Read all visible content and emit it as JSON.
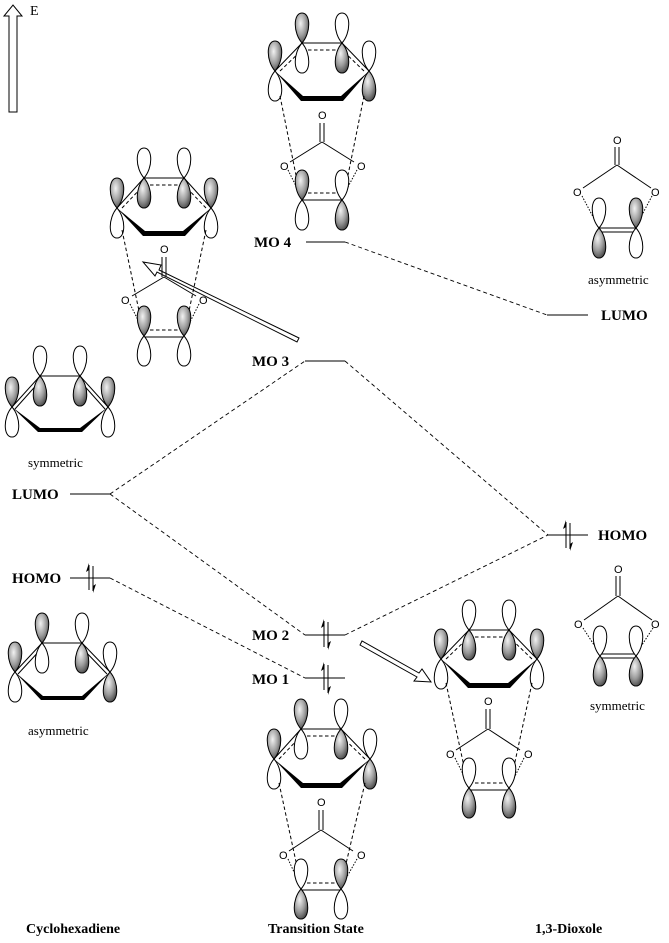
{
  "energy_axis": {
    "label": "E",
    "icon": "up-arrow-icon"
  },
  "columns": {
    "left": "Cyclohexadiene",
    "middle": "Transition State",
    "right": "1,3-Dioxole"
  },
  "cyclohexadiene": {
    "lumo_label": "LUMO",
    "lumo_symmetry": "symmetric",
    "homo_label": "HOMO",
    "homo_symmetry": "asymmetric",
    "homo_electrons": 2
  },
  "transition_state": {
    "levels": [
      {
        "label": "MO 4",
        "electrons": 0
      },
      {
        "label": "MO 3",
        "electrons": 0
      },
      {
        "label": "MO 2",
        "electrons": 2
      },
      {
        "label": "MO 1",
        "electrons": 2
      }
    ]
  },
  "dioxole": {
    "lumo_label": "LUMO",
    "lumo_symmetry": "asymmetric",
    "homo_label": "HOMO",
    "homo_symmetry": "symmetric",
    "homo_electrons": 2,
    "atoms": {
      "oxygen": "O"
    }
  },
  "correlations": [
    {
      "from": "Cyclohexadiene LUMO",
      "to": "MO 3"
    },
    {
      "from": "Cyclohexadiene LUMO",
      "to": "MO 2"
    },
    {
      "from": "Cyclohexadiene HOMO",
      "to": "MO 1"
    },
    {
      "from": "1,3-Dioxole LUMO",
      "to": "MO 4"
    },
    {
      "from": "1,3-Dioxole HOMO",
      "to": "MO 3"
    },
    {
      "from": "1,3-Dioxole HOMO",
      "to": "MO 2"
    }
  ]
}
